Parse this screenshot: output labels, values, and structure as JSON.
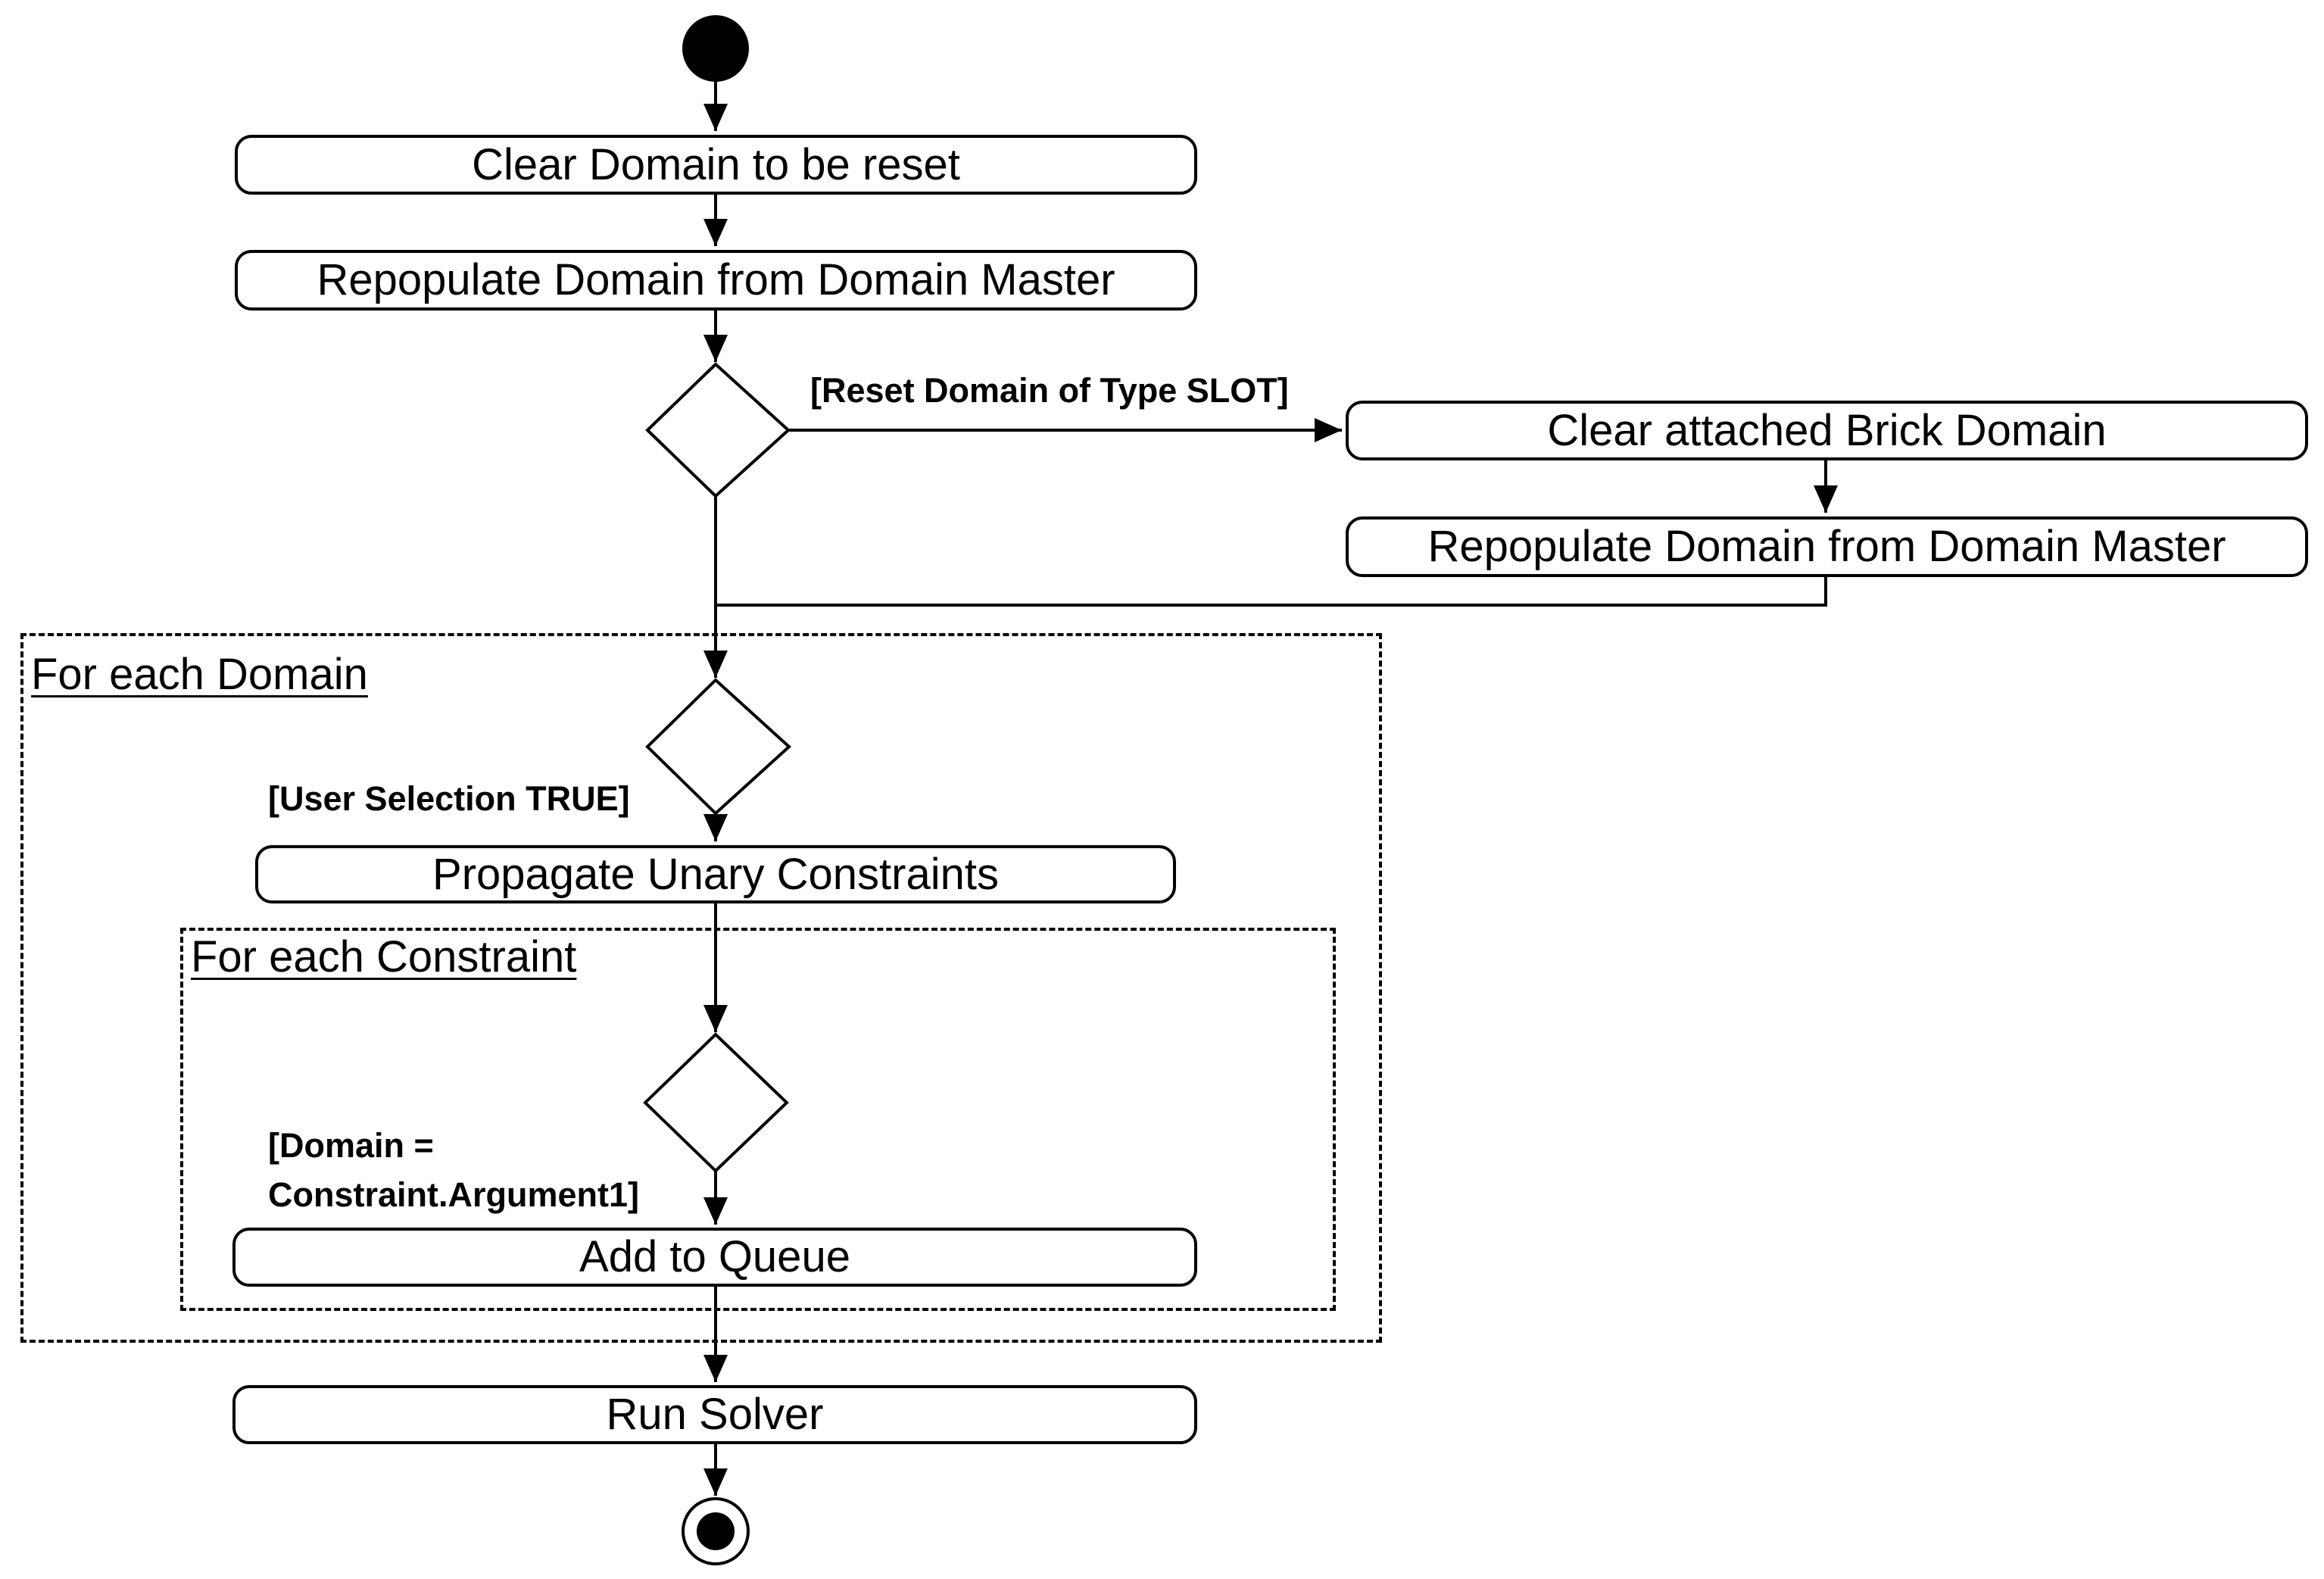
{
  "actions": {
    "clear_domain": "Clear Domain to be reset",
    "repopulate_domain": "Repopulate Domain from Domain Master",
    "clear_brick_domain": "Clear attached Brick Domain",
    "repopulate_brick_domain": "Repopulate Domain from Domain Master",
    "propagate_unary": "Propagate Unary Constraints",
    "add_to_queue": "Add to Queue",
    "run_solver": "Run Solver"
  },
  "guards": {
    "reset_slot": "[Reset Domain of Type SLOT]",
    "user_selection": "[User Selection TRUE]",
    "domain_argument_line1": "[Domain =",
    "domain_argument_line2": "Constraint.Argument1]"
  },
  "regions": {
    "for_each_domain": "For each Domain",
    "for_each_constraint": "For each Constraint"
  },
  "colors": {
    "stroke": "#000000",
    "background": "#ffffff"
  }
}
